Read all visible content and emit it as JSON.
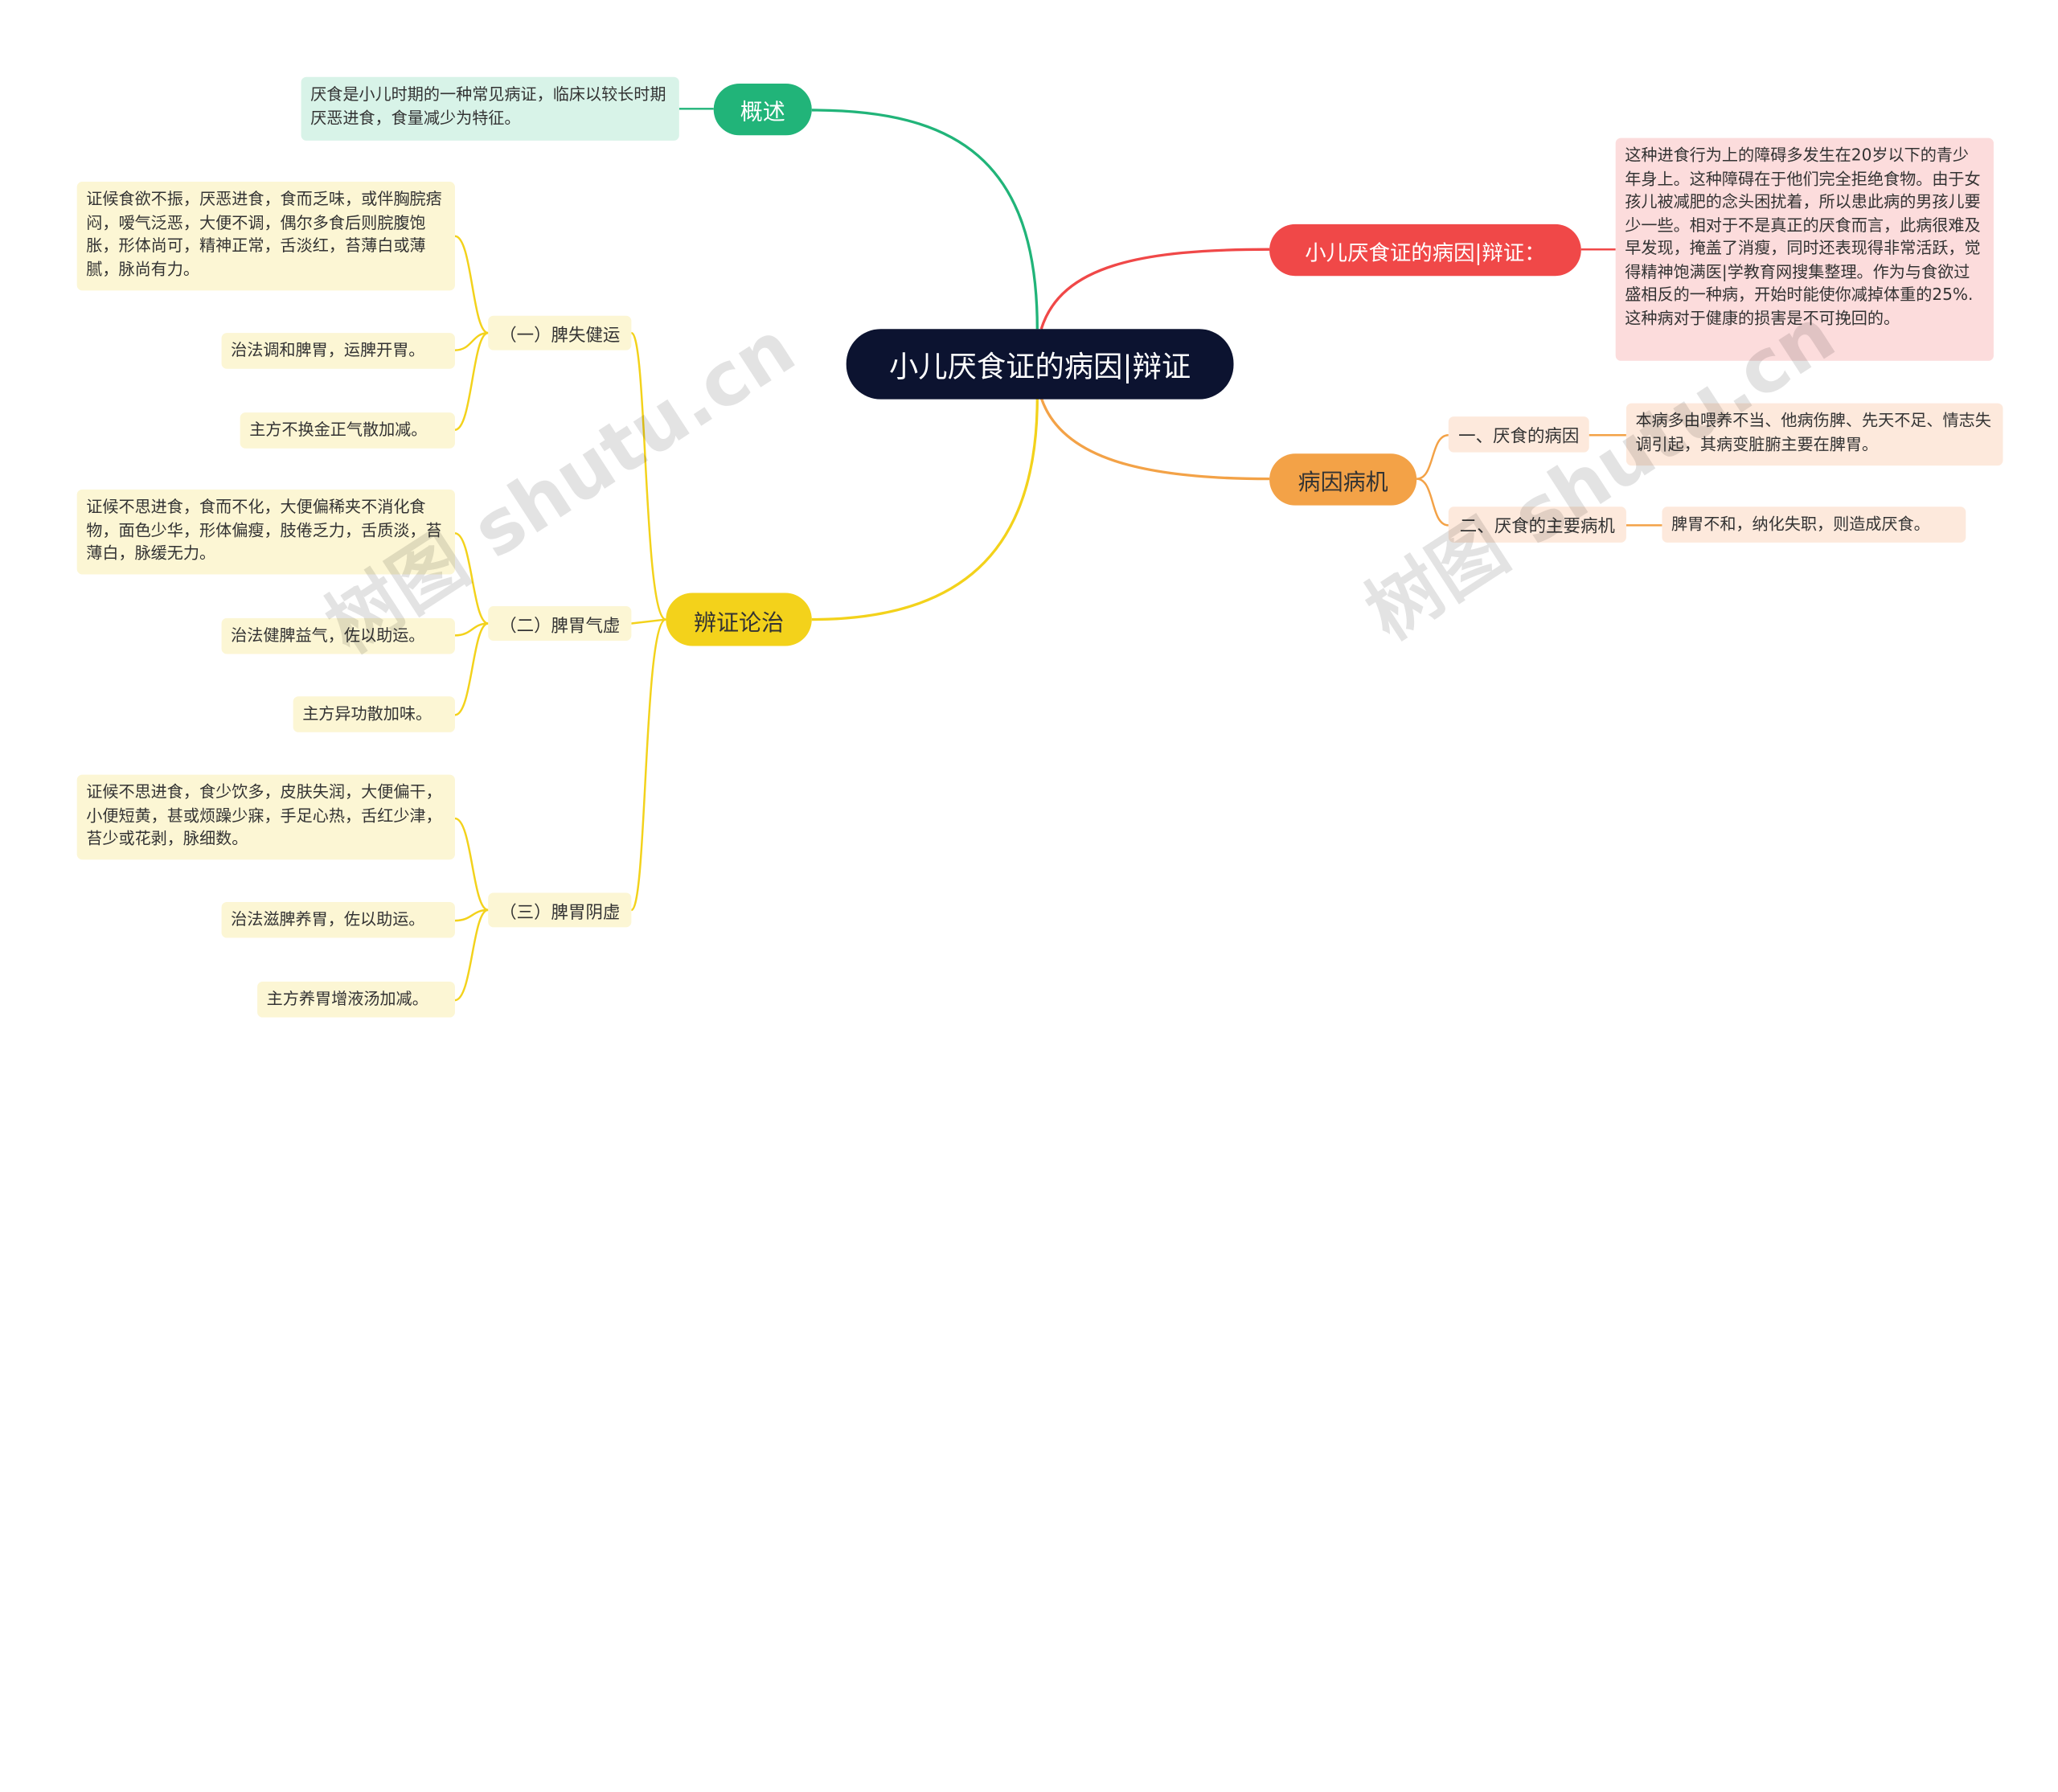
{
  "title": "小儿厌食证的病因|辩证",
  "colors": {
    "root": "#0c1330",
    "green": "#21b479",
    "yellow": "#f3d21b",
    "red": "#f04848",
    "orange": "#f3a247"
  },
  "branches": {
    "overview": {
      "label": "概述",
      "text": "厌食是小儿时期的一种常见病证，临床以较长时期厌恶进食，食量减少为特征。"
    },
    "diagnosis": {
      "label": "辨证论治",
      "subs": [
        {
          "label": "（一）脾失健运",
          "items": [
            "证候食欲不振，厌恶进食，食而乏味，或伴胸脘痞闷，嗳气泛恶，大便不调，偶尔多食后则脘腹饱胀，形体尚可，精神正常，舌淡红，苔薄白或薄腻，脉尚有力。",
            "治法调和脾胃，运脾开胃。",
            "主方不换金正气散加减。"
          ]
        },
        {
          "label": "（二）脾胃气虚",
          "items": [
            "证候不思进食，食而不化，大便偏稀夹不消化食物，面色少华，形体偏瘦，肢倦乏力，舌质淡，苔薄白，脉缓无力。",
            "治法健脾益气，佐以助运。",
            "主方异功散加味。"
          ]
        },
        {
          "label": "（三）脾胃阴虚",
          "items": [
            "证候不思进食，食少饮多，皮肤失润，大便偏干，小便短黄，甚或烦躁少寐，手足心热，舌红少津，苔少或花剥，脉细数。",
            "治法滋脾养胃，佐以助运。",
            "主方养胃增液汤加减。"
          ]
        }
      ]
    },
    "cause_diag": {
      "label": "小儿厌食证的病因|辩证：",
      "text": "这种进食行为上的障碍多发生在20岁以下的青少年身上。这种障碍在于他们完全拒绝食物。由于女孩儿被减肥的念头困扰着，所以患此病的男孩儿要少一些。相对于不是真正的厌食而言，此病很难及早发现，掩盖了消瘦，同时还表现得非常活跃，觉得精神饱满医|学教育网搜集整理。作为与食欲过盛相反的一种病，开始时能使你减掉体重的25%.这种病对于健康的损害是不可挽回的。"
    },
    "etiology": {
      "label": "病因病机",
      "subs": [
        {
          "label": "一、厌食的病因",
          "text": "本病多由喂养不当、他病伤脾、先天不足、情志失调引起，其病变脏腑主要在脾胃。"
        },
        {
          "label": "二、厌食的主要病机",
          "text": "脾胃不和，纳化失职，则造成厌食。"
        }
      ]
    }
  },
  "watermark": "树图 shutu.cn"
}
